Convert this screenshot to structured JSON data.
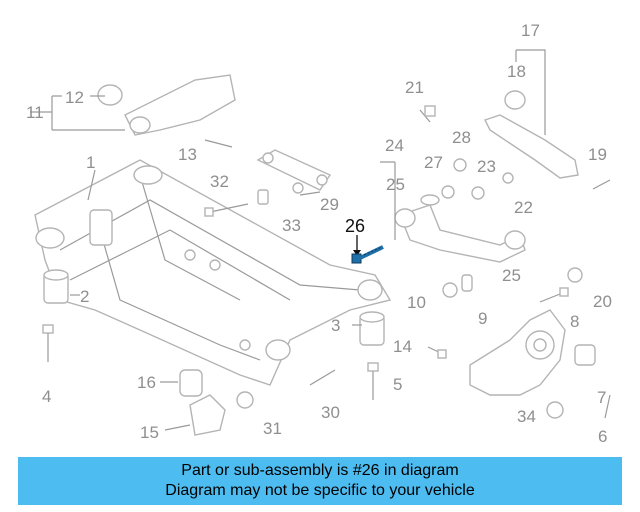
{
  "diagram": {
    "highlighted_part": "26",
    "highlight_color": "#1f6fa8",
    "callouts": [
      "1",
      "2",
      "3",
      "4",
      "5",
      "6",
      "7",
      "8",
      "9",
      "10",
      "11",
      "12",
      "13",
      "14",
      "15",
      "16",
      "17",
      "18",
      "19",
      "20",
      "21",
      "22",
      "23",
      "24",
      "25",
      "25",
      "26",
      "27",
      "28",
      "29",
      "30",
      "31",
      "32",
      "33",
      "34"
    ]
  },
  "caption": {
    "line1": "Part or sub-assembly is #26 in diagram",
    "line2": "Diagram may not be specific to your vehicle",
    "background": "#4dbcf0"
  }
}
